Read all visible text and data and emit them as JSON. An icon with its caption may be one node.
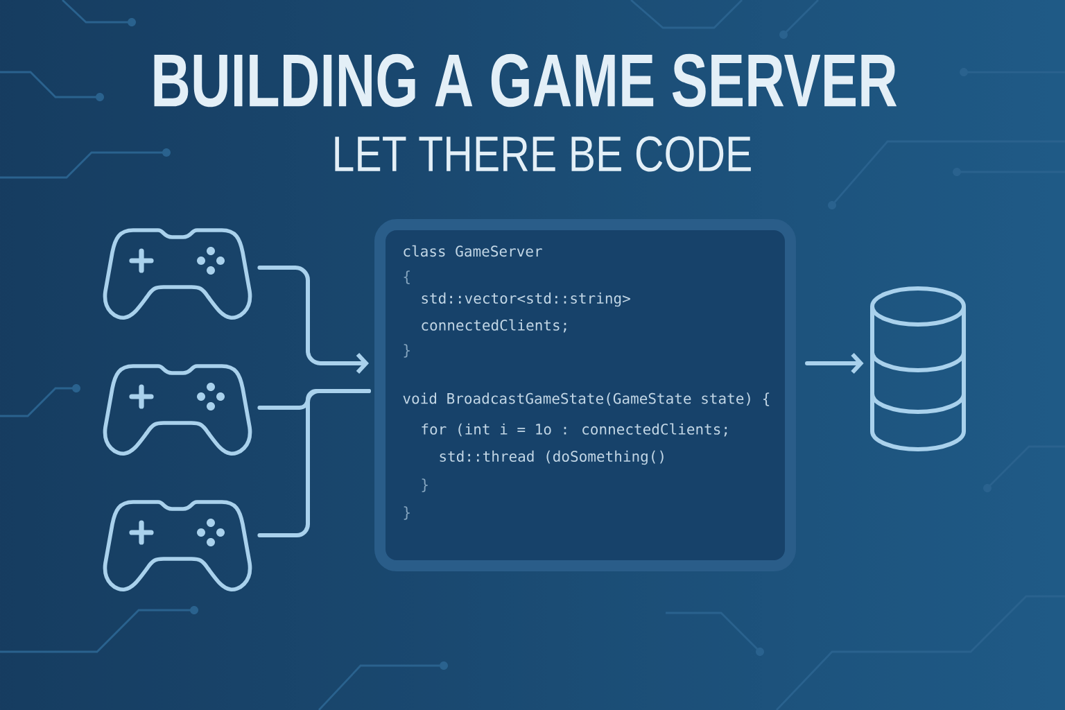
{
  "diagram": {
    "title": "BUILDING A GAME SERVER",
    "nodes": [
      {
        "text": [],
        "shape": "picture"
      },
      {
        "text": [],
        "shape": "picture"
      },
      {
        "text": [],
        "shape": "picture"
      },
      {
        "text": [
          "class GameServer",
          "{",
          "std::vector<std::string>",
          "connectedClients;",
          "}",
          "void BroadcastGameState(GameState state) {",
          "for (int i = 1o : connectedClients;",
          "std::thread (doSomething()",
          "}",
          "}"
        ]
      },
      {
        "text": [],
        "shape": "cylinder"
      }
    ],
    "edges": [
      {
        "from": 0,
        "to": 3,
        "arrow": "to"
      },
      {
        "from": 1,
        "to": 3,
        "arrow": "none"
      },
      {
        "from": 2,
        "to": 3,
        "arrow": "none"
      },
      {
        "from": 3,
        "to": 4,
        "arrow": "to"
      }
    ],
    "labels": [
      "LET THERE BE CODE"
    ]
  }
}
